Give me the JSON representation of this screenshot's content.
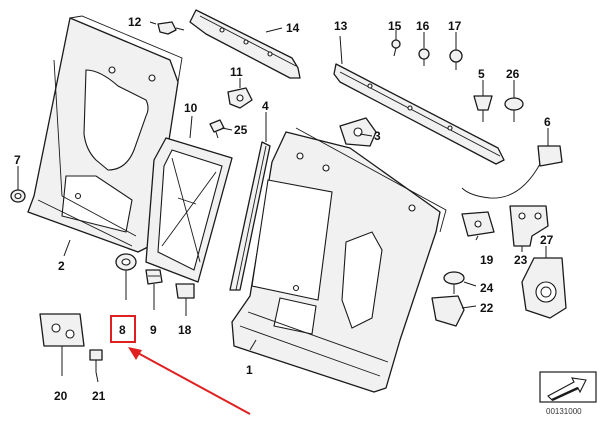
{
  "diagram": {
    "labels": {
      "l1": "1",
      "l2": "2",
      "l3": "3",
      "l4": "4",
      "l5": "5",
      "l6": "6",
      "l7": "7",
      "l8": "8",
      "l9": "9",
      "l10": "10",
      "l11": "11",
      "l12": "12",
      "l13": "13",
      "l14": "14",
      "l15": "15",
      "l16": "16",
      "l17": "17",
      "l18": "18",
      "l19": "19",
      "l20": "20",
      "l21": "21",
      "l22": "22",
      "l23": "23",
      "l24": "24",
      "l25": "25",
      "l26": "26",
      "l27": "27"
    },
    "document_number": "00131000",
    "highlighted_part": "8"
  },
  "colors": {
    "highlight": "#e02020",
    "arrow": "#e02020",
    "line": "#1a1a1a"
  },
  "icons": {
    "corner_badge": "forward-arrow-icon"
  }
}
